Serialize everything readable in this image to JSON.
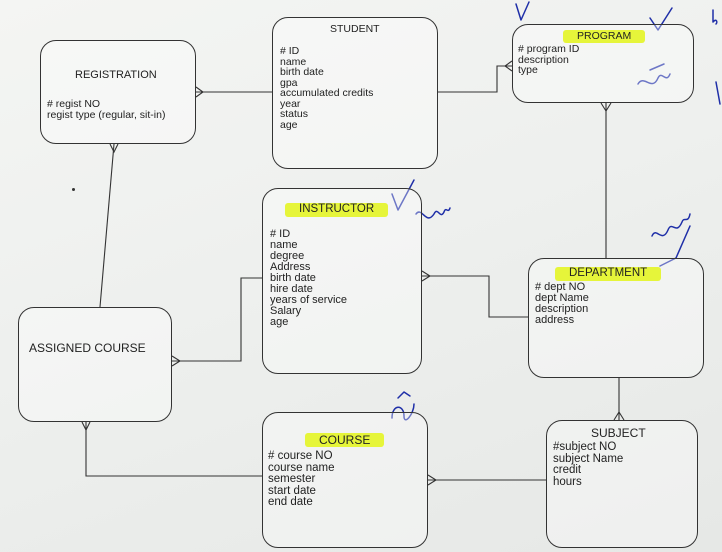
{
  "entities": {
    "registration": {
      "title": "REGISTRATION",
      "attrs": [
        "# regist NO",
        "regist type (regular, sit-in)"
      ]
    },
    "student": {
      "title": "STUDENT",
      "attrs": [
        "# ID",
        "name",
        "birth date",
        "gpa",
        "accumulated credits",
        "year",
        "status",
        "age"
      ]
    },
    "program": {
      "title": "PROGRAM",
      "attrs": [
        "# program ID",
        "description",
        "type"
      ]
    },
    "instructor": {
      "title": "INSTRUCTOR",
      "attrs": [
        "# ID",
        "name",
        "degree",
        "Address",
        "birth date",
        "hire date",
        "years of service",
        "Salary",
        "age"
      ]
    },
    "department": {
      "title": "DEPARTMENT",
      "attrs": [
        "# dept NO",
        "dept Name",
        "description",
        "address"
      ]
    },
    "assigned_course": {
      "title": "ASSIGNED COURSE"
    },
    "course": {
      "title": "COURSE",
      "attrs": [
        "# course NO",
        "course name",
        "semester",
        "start date",
        "end date"
      ]
    },
    "subject": {
      "title": "SUBJECT",
      "attrs": [
        "#subject NO",
        "subject Name",
        "credit",
        "hours"
      ]
    }
  },
  "highlight_color": "#e6f53a",
  "ink_color": "#1f2fa8",
  "line_color": "#333333"
}
